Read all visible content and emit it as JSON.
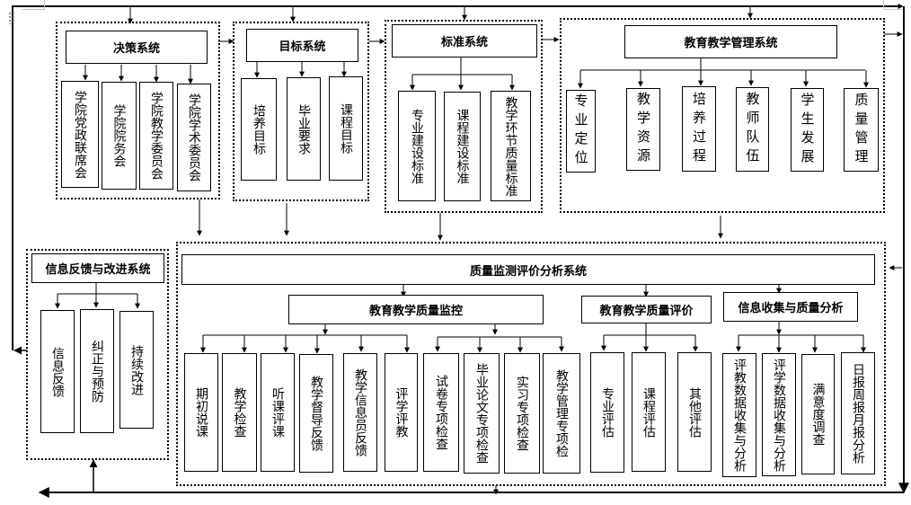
{
  "decision": {
    "title": "决策系统",
    "items": [
      "学院党政联席会",
      "学院院务会",
      "学院教学委员会",
      "学院学术委员会"
    ]
  },
  "goal": {
    "title": "目标系统",
    "items": [
      "培养目标",
      "毕业要求",
      "课程目标"
    ]
  },
  "standard": {
    "title": "标准系统",
    "items": [
      "专业建设标准",
      "课程建设标准",
      "教学环节质量标准"
    ]
  },
  "management": {
    "title": "教育教学管理系统",
    "items": [
      "专业定位",
      "教学资源",
      "培养过程",
      "教师队伍",
      "学生发展",
      "质量管理"
    ]
  },
  "feedback": {
    "title": "信息反馈与改进系统",
    "items": [
      "信息反馈",
      "纠正与预防",
      "持续改进"
    ]
  },
  "quality": {
    "title": "质量监测评价分析系统",
    "monitor": {
      "title": "教育教学质量监控",
      "items": [
        "期初说课",
        "教学检查",
        "听课评课",
        "教学督导反馈",
        "教学信息员反馈",
        "评学评教",
        "试卷专项检查",
        "毕业论文专项检查",
        "实习专项检查",
        "教学管理专项检"
      ]
    },
    "evaluation": {
      "title": "教育教学质量评价",
      "items": [
        "专业评估",
        "课程评估",
        "其他评估"
      ]
    },
    "analysis": {
      "title": "信息收集与质量分析",
      "items": [
        "评教数据收集与分析",
        "评学数据收集与分析",
        "满意度调查",
        "日报周报月报分析"
      ]
    }
  }
}
